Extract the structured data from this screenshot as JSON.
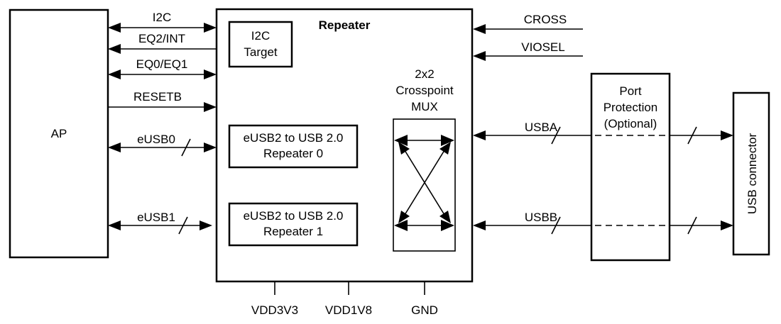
{
  "blocks": {
    "ap": "AP",
    "repeater_title": "Repeater",
    "i2c_target": [
      "I2C",
      "Target"
    ],
    "repeater0": [
      "eUSB2 to USB 2.0",
      "Repeater 0"
    ],
    "repeater1": [
      "eUSB2 to USB 2.0",
      "Repeater 1"
    ],
    "mux": [
      "2x2",
      "Crosspoint",
      "MUX"
    ],
    "port_protection": [
      "Port",
      "Protection",
      "(Optional)"
    ],
    "usb_connector": "USB connector"
  },
  "signals": {
    "i2c": "I2C",
    "eq2_int": "EQ2/INT",
    "eq0_eq1": "EQ0/EQ1",
    "resetb": "RESETB",
    "eusb0": "eUSB0",
    "eusb1": "eUSB1",
    "cross": "CROSS",
    "viosel": "VIOSEL",
    "usba": "USBA",
    "usbb": "USBB"
  },
  "power_pins": [
    "VDD3V3",
    "VDD1V8",
    "GND"
  ]
}
